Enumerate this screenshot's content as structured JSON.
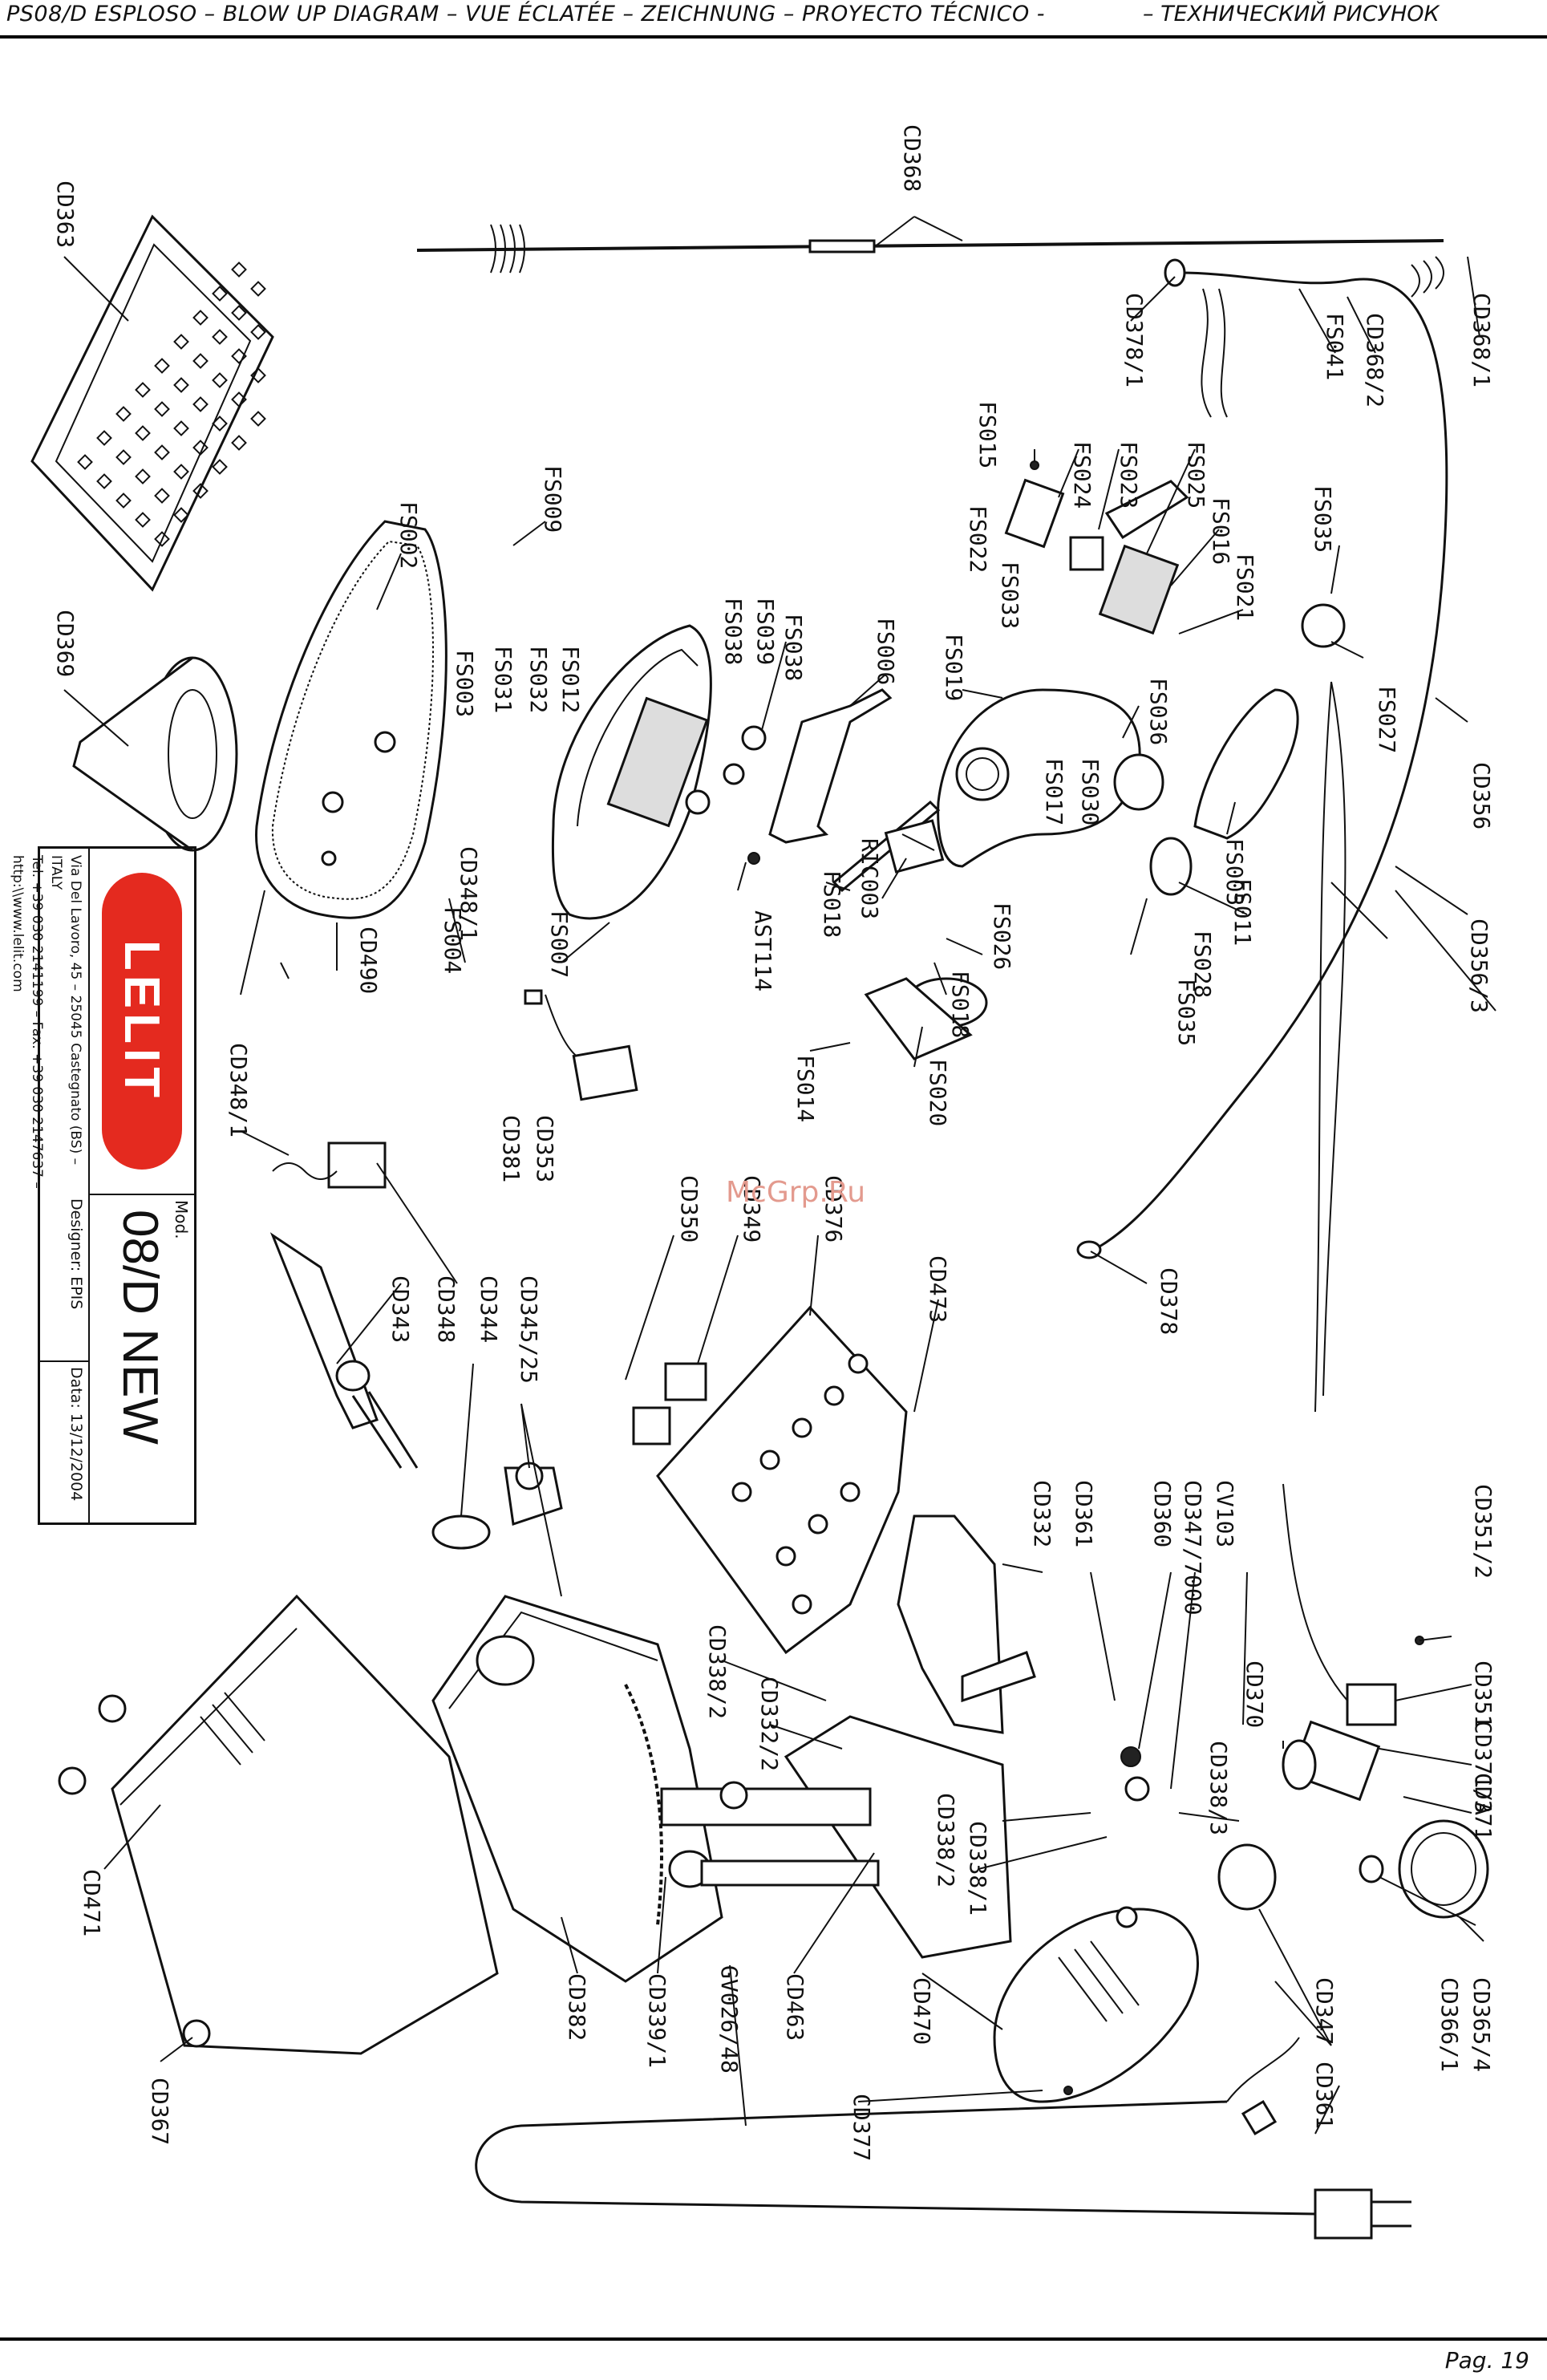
{
  "header": {
    "title": "PS08/D  ESPLOSO – BLOW UP DIAGRAM – VUE ÉCLATÉE – ZEICHNUNG – PROYECTO TÉCNICO -",
    "title_ru": "– ТЕХНИЧЕСКИЙ РИСУНОК"
  },
  "footer": {
    "page": "Pag. 19"
  },
  "watermark": "McGrp.Ru",
  "title_block": {
    "logo": "LELIT",
    "mod_label": "Mod.",
    "model": "08/D NEW",
    "address_line1": "Via Del Lavoro, 45 – 25045 Castegnato (BS) – ITALY",
    "address_line2": "Tel. +39 030 2141199 – Fax. +39 030 2147637 – http:\\\\www.lelit.com",
    "designer": "Designer: EPIS",
    "date": "Data: 13/12/2004"
  },
  "labels": {
    "cd363": "CD363",
    "cd369": "CD369",
    "cd368": "CD368",
    "cd378_1": "CD378/1",
    "fs041": "FS041",
    "cd368_2": "CD368/2",
    "cd368_1": "CD368/1",
    "fs009": "FS009",
    "fs002": "FS002",
    "fs003": "FS003",
    "fs031": "FS031",
    "fs032": "FS032",
    "fs012": "FS012",
    "fs015": "FS015",
    "fs024": "FS024",
    "fs023": "FS023",
    "fs025": "FS025",
    "fs016": "FS016",
    "fs021": "FS021",
    "fs035a": "FS035",
    "fs022": "FS022",
    "fs033": "FS033",
    "fs038": "FS038",
    "fs039": "FS039",
    "fs038b": "FS038",
    "fs006": "FS006",
    "fs019": "FS019",
    "fs036": "FS036",
    "fs027": "FS027",
    "cd356": "CD356",
    "fs017": "FS017",
    "fs030": "FS030",
    "fs005": "FS005",
    "ric003": "RIC003",
    "fs018": "FS018",
    "fs026": "FS026",
    "fs011": "FS011",
    "fs028": "FS028",
    "fs035b": "FS035",
    "cd356_3": "CD356/3",
    "cd348_1a": "CD348/1",
    "fs004": "FS004",
    "fs007": "FS007",
    "ast114": "AST114",
    "cd490": "CD490",
    "fs018b": "FS018",
    "fs014": "FS014",
    "fs020": "FS020",
    "cd381": "CD381",
    "cd353": "CD353",
    "cd348_1b": "CD348/1",
    "cd350": "CD350",
    "cd349": "CD349",
    "cd376": "CD376",
    "cd473": "CD473",
    "cd378": "CD378",
    "cd343": "CD343",
    "cd348": "CD348",
    "cd344": "CD344",
    "cd345_25": "CD345/25",
    "cd332": "CD332",
    "cd361": "CD361",
    "cd360": "CD360",
    "cd347_7000": "CD347/7000",
    "cv103": "CV103",
    "cd351_2": "CD351/2",
    "cd351": "CD351",
    "cd370": "CD370",
    "cd371_a": "CD371/A",
    "cd371": "CD371",
    "cd338_3": "CD338/3",
    "cd338_2a": "CD338/2",
    "cd332_2": "CD332/2",
    "cd338_1": "CD338/1",
    "cd338_2b": "CD338/2",
    "cd471": "CD471",
    "cd382": "CD382",
    "cd339_1": "CD339/1",
    "gv026_48": "GV026/48",
    "cd463": "CD463",
    "cd470": "CD470",
    "cd377": "CD377",
    "cd347": "CD347",
    "cd361b": "CD361",
    "cd366_1": "CD366/1",
    "cd365_4": "CD365/4",
    "cd367": "CD367"
  }
}
